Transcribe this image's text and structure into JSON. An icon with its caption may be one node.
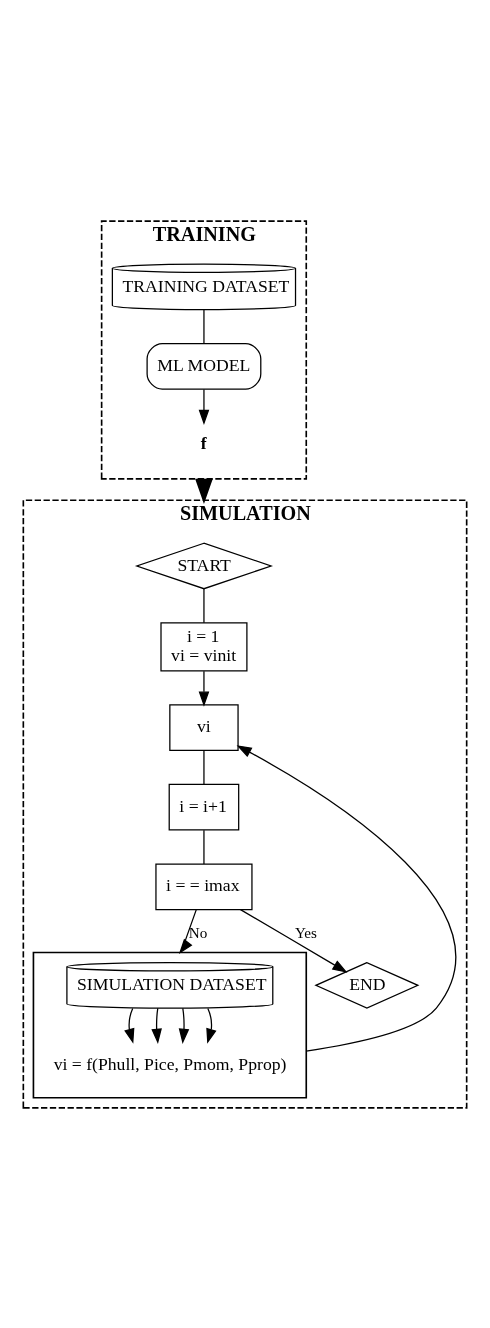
{
  "diagram": {
    "nodes": [
      {
        "text": [
          "TRAINING"
        ]
      },
      {
        "text": [
          "TRAINING DATASET"
        ],
        "in": 0
      },
      {
        "text": [
          "ML MODEL"
        ],
        "in": 0
      },
      {
        "text": [
          "f"
        ],
        "in": 0
      },
      {
        "text": [
          "SIMULATION"
        ]
      },
      {
        "text": [
          "START"
        ],
        "in": 4
      },
      {
        "text": [
          "i = 1",
          "vi = vinit"
        ],
        "in": 4
      },
      {
        "text": [
          "vi"
        ],
        "in": 4
      },
      {
        "text": [
          "i = i+1"
        ],
        "in": 4
      },
      {
        "text": [
          "i = = imax"
        ],
        "in": 4
      },
      {
        "text": [],
        "shape": "box",
        "in": 4
      },
      {
        "text": [
          "SIMULATION DATASET"
        ],
        "in": 10
      },
      {
        "text": [
          "vi = f(Phull, Pice, Pmom, Pprop)"
        ],
        "in": 10
      },
      {
        "text": [
          "END"
        ],
        "in": 4
      }
    ],
    "edges": [
      {
        "from": 1,
        "to": 2,
        "arrow": "none"
      },
      {
        "from": 2,
        "to": 3,
        "arrow": "to"
      },
      {
        "from": 0,
        "to": 4,
        "arrow": "to"
      },
      {
        "from": 5,
        "to": 6,
        "arrow": "none"
      },
      {
        "from": 6,
        "to": 7,
        "arrow": "to"
      },
      {
        "from": 7,
        "to": 8,
        "arrow": "none"
      },
      {
        "from": 8,
        "to": 9,
        "arrow": "none"
      },
      {
        "from": 9,
        "to": 13,
        "arrow": "to",
        "label": "Yes"
      },
      {
        "from": 9,
        "to": 10,
        "arrow": "to",
        "label": "No"
      },
      {
        "from": 10,
        "to": 7,
        "arrow": "to"
      },
      {
        "from": 11,
        "to": 12,
        "arrow": "to"
      },
      {
        "from": 11,
        "to": 12,
        "arrow": "to"
      },
      {
        "from": 11,
        "to": 12,
        "arrow": "to"
      },
      {
        "from": 11,
        "to": 12,
        "arrow": "to"
      }
    ]
  }
}
